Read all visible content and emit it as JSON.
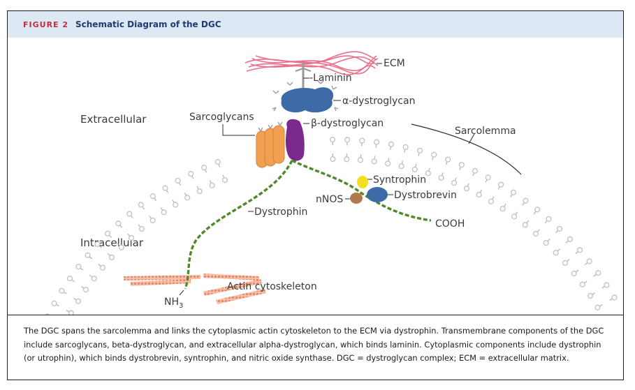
{
  "header": {
    "figure_label": "FIGURE 2",
    "title": "Schematic Diagram of the DGC"
  },
  "diagram": {
    "regions": {
      "extracellular": "Extracellular",
      "intracellular": "Intracellular"
    },
    "labels": {
      "ecm": "ECM",
      "laminin": "Laminin",
      "alpha_dystroglycan": "α-dystroglycan",
      "beta_dystroglycan": "β-dystroglycan",
      "sarcoglycans": "Sarcoglycans",
      "sarcolemma": "Sarcolemma",
      "syntrophin": "Syntrophin",
      "nnos": "nNOS",
      "dystrobrevin": "Dystrobrevin",
      "cooh": "COOH",
      "dystrophin": "Dystrophin",
      "actin": "Actin cytoskeleton",
      "nh3_base": "NH",
      "nh3_sub": "3"
    },
    "colors": {
      "ecm": "#e8708a",
      "alpha_dystroglycan": "#3f6aa8",
      "beta_dystroglycan": "#7a2a8c",
      "sarcoglycans": "#f0a050",
      "syntrophin": "#f2e020",
      "nnos": "#b07a4e",
      "dystrobrevin": "#3f6aa8",
      "dystrophin": "#4e8a2a",
      "actin": "#ee9a78",
      "membrane": "#c4c4c4"
    }
  },
  "caption": "The DGC spans the sarcolemma and links the cytoplasmic actin cytoskeleton to the ECM via dystrophin. Transmembrane components of the DGC include sarcoglycans, beta-dystroglycan, and extracellular alpha-dystroglycan, which binds laminin. Cytoplasmic components include dystrophin (or utrophin), which binds dystrobrevin, syntrophin, and nitric oxide synthase. DGC = dystroglycan complex; ECM = extracellular matrix."
}
